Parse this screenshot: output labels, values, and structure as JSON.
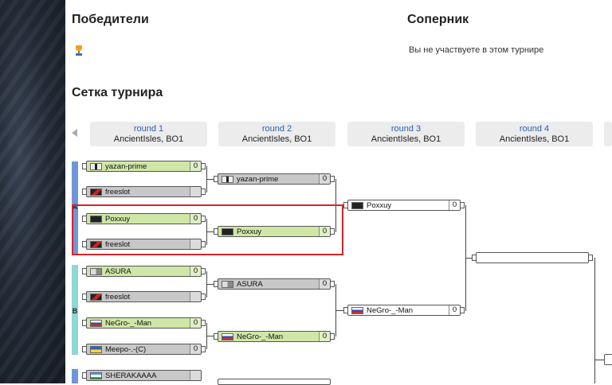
{
  "winners_title": "Победители",
  "opponent_title": "Соперник",
  "opponent_text": "Вы не участвуете в этом турнире",
  "bracket_title": "Сетка турнира",
  "rounds": [
    {
      "name": "round 1",
      "format": "AncientIsles, BO1"
    },
    {
      "name": "round 2",
      "format": "AncientIsles, BO1"
    },
    {
      "name": "round 3",
      "format": "AncientIsles, BO1"
    },
    {
      "name": "round 4",
      "format": "AncientIsles, BO1"
    }
  ],
  "groups": [
    "A",
    "B"
  ],
  "r1": [
    {
      "name": "yazan-prime",
      "score": "0"
    },
    {
      "name": "freeslot",
      "score": ""
    },
    {
      "name": "Poxxuy",
      "score": "0"
    },
    {
      "name": "freeslot",
      "score": ""
    },
    {
      "name": "ASURA",
      "score": "0"
    },
    {
      "name": "freeslot",
      "score": ""
    },
    {
      "name": "NeGro-_-Man",
      "score": "0"
    },
    {
      "name": "Meepo-.-(C)",
      "score": "0"
    },
    {
      "name": "SHERAKAAAA",
      "score": ""
    }
  ],
  "r2": [
    {
      "name": "yazan-prime",
      "score": "0"
    },
    {
      "name": "Poxxuy",
      "score": "0"
    },
    {
      "name": "ASURA",
      "score": "0"
    },
    {
      "name": "NeGro-_-Man",
      "score": "0"
    }
  ],
  "r3": [
    {
      "name": "Poxxuy",
      "score": "0"
    },
    {
      "name": "NeGro-_-Man",
      "score": "0"
    }
  ],
  "colors": {
    "winner": "#cfe7a6",
    "loser": "#c8c8c8",
    "highlight": "#d9232a",
    "link": "#2a5fb0"
  }
}
